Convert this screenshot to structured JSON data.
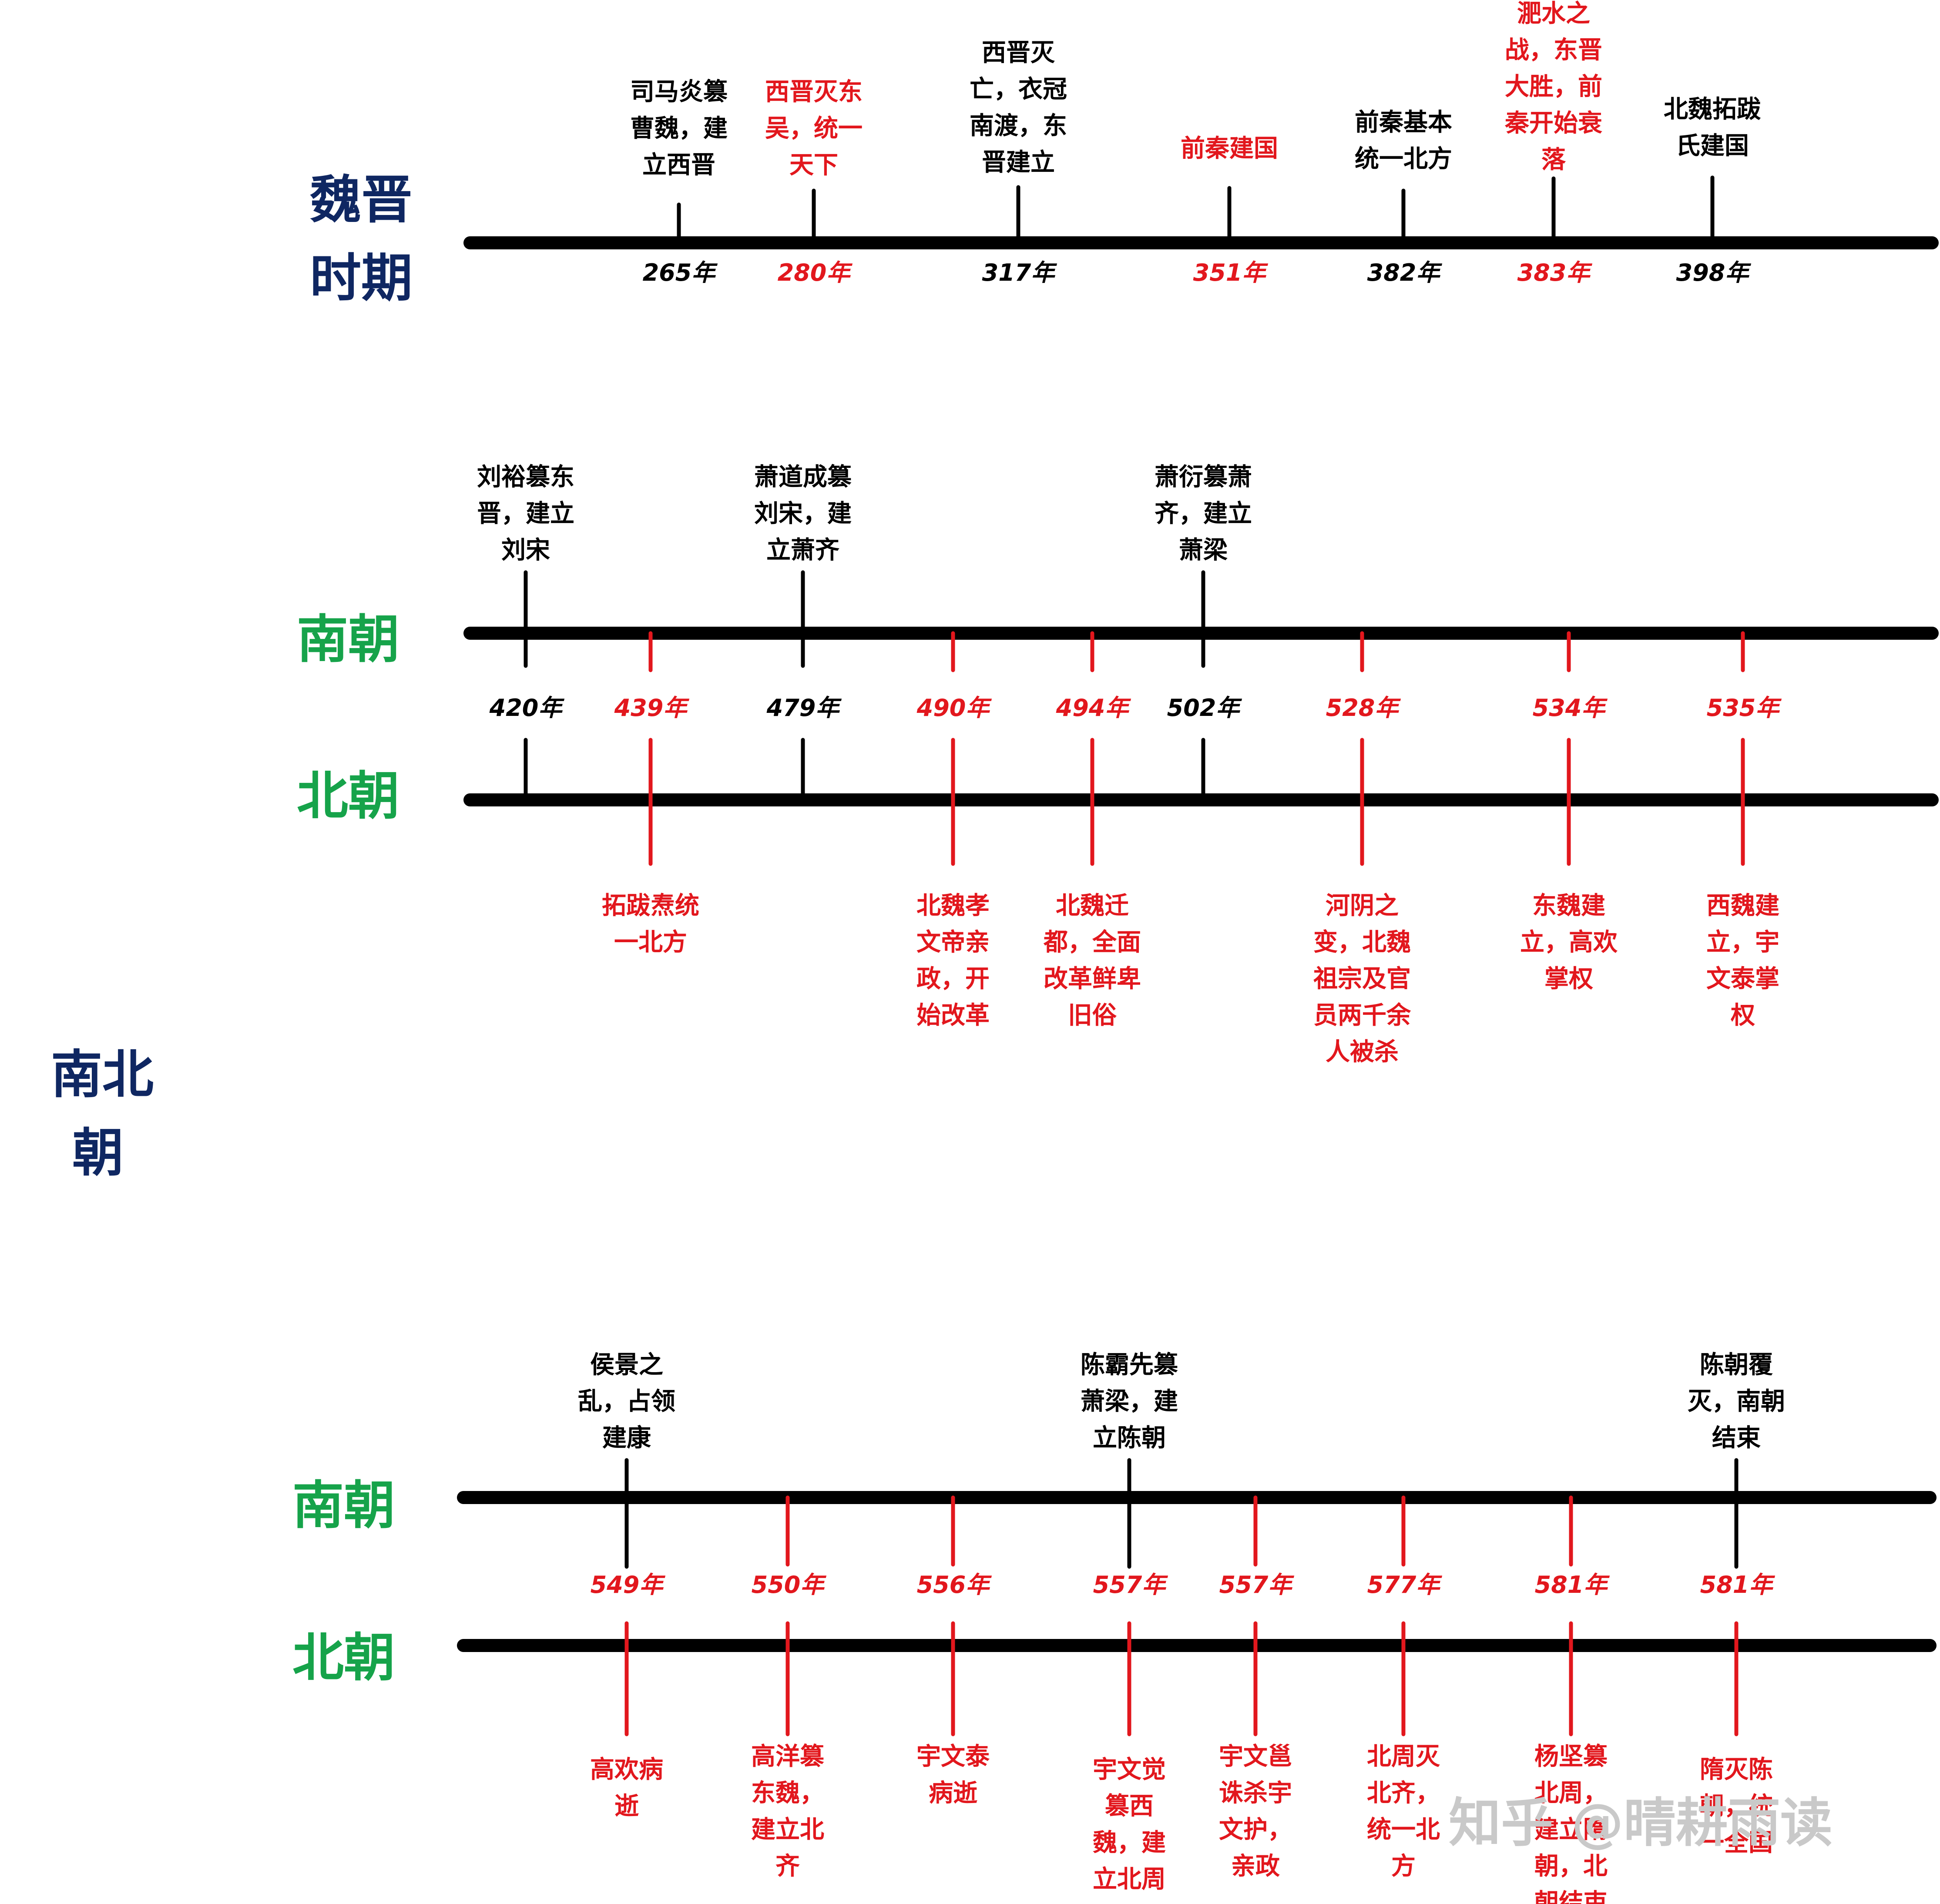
{
  "colors": {
    "black": "#000000",
    "red": "#e2171d",
    "navy": "#0f2762",
    "green": "#16a34a",
    "watermark": "#c9c9c9"
  },
  "labels": {
    "weijin": [
      "魏晋",
      "时期"
    ],
    "nanbeichao": [
      "南北",
      "朝"
    ],
    "nan": "南朝",
    "bei": "北朝",
    "watermark": "知乎 @晴耕雨读"
  },
  "weijin_events": [
    {
      "year": "265年",
      "color": "black",
      "lines": [
        "司马炎篡",
        "曹魏，建",
        "立西晋"
      ]
    },
    {
      "year": "280年",
      "color": "red",
      "lines": [
        "西晋灭东",
        "吴，统一",
        "天下"
      ]
    },
    {
      "year": "317年",
      "color": "black",
      "lines": [
        "西晋灭",
        "亡，衣冠",
        "南渡，东",
        "晋建立"
      ]
    },
    {
      "year": "351年",
      "color": "red",
      "lines": [
        "前秦建国"
      ]
    },
    {
      "year": "382年",
      "color": "black",
      "lines": [
        "前秦基本",
        "统一北方"
      ]
    },
    {
      "year": "383年",
      "color": "red",
      "lines": [
        "淝水之",
        "战，东晋",
        "大胜，前",
        "秦开始衰",
        "落"
      ]
    },
    {
      "year": "398年",
      "color": "black",
      "lines": [
        "北魏拓跋",
        "氏建国"
      ]
    }
  ],
  "nb1_events": [
    {
      "year": "420年",
      "color": "black",
      "side": "south",
      "lines": [
        "刘裕篡东",
        "晋，建立",
        "刘宋"
      ]
    },
    {
      "year": "439年",
      "color": "red",
      "side": "north",
      "lines": [
        "拓跋焘统",
        "一北方"
      ]
    },
    {
      "year": "479年",
      "color": "black",
      "side": "south",
      "lines": [
        "萧道成篡",
        "刘宋，建",
        "立萧齐"
      ]
    },
    {
      "year": "490年",
      "color": "red",
      "side": "north",
      "lines": [
        "北魏孝",
        "文帝亲",
        "政，开",
        "始改革"
      ]
    },
    {
      "year": "494年",
      "color": "red",
      "side": "north",
      "lines": [
        "北魏迁",
        "都，全面",
        "改革鲜卑",
        "旧俗"
      ]
    },
    {
      "year": "502年",
      "color": "black",
      "side": "south",
      "lines": [
        "萧衍篡萧",
        "齐，建立",
        "萧梁"
      ]
    },
    {
      "year": "528年",
      "color": "red",
      "side": "north",
      "lines": [
        "河阴之",
        "变，北魏",
        "祖宗及官",
        "员两千余",
        "人被杀"
      ]
    },
    {
      "year": "534年",
      "color": "red",
      "side": "north",
      "lines": [
        "东魏建",
        "立，高欢",
        "掌权"
      ]
    },
    {
      "year": "535年",
      "color": "red",
      "side": "north",
      "lines": [
        "西魏建",
        "立，宇",
        "文泰掌",
        "权"
      ]
    }
  ],
  "nb2_events": [
    {
      "year": "549年",
      "color": "red",
      "side": "both",
      "lines": [
        "侯景之",
        "乱，占领",
        "建康"
      ],
      "lines_below": [
        "高欢病",
        "逝"
      ]
    },
    {
      "year": "550年",
      "color": "red",
      "side": "north",
      "lines": [
        "高洋篡",
        "东魏，",
        "建立北",
        "齐"
      ]
    },
    {
      "year": "556年",
      "color": "red",
      "side": "north",
      "lines": [
        "宇文泰",
        "病逝"
      ]
    },
    {
      "year": "557年",
      "color": "red",
      "side": "both",
      "lines": [
        "陈霸先篡",
        "萧梁，建",
        "立陈朝"
      ],
      "lines_below": [
        "宇文觉",
        "篡西",
        "魏，建",
        "立北周"
      ]
    },
    {
      "year": "557年",
      "color": "red",
      "side": "north",
      "lines": [
        "宇文邕",
        "诛杀宇",
        "文护，",
        "亲政"
      ]
    },
    {
      "year": "577年",
      "color": "red",
      "side": "north",
      "lines": [
        "北周灭",
        "北齐，",
        "统一北",
        "方"
      ]
    },
    {
      "year": "581年",
      "color": "red",
      "side": "north",
      "lines": [
        "杨坚篡",
        "北周，",
        "建立隋",
        "朝，北",
        "朝结束"
      ]
    },
    {
      "year": "581年",
      "color": "red",
      "side": "both",
      "lines": [
        "陈朝覆",
        "灭，南朝",
        "结束"
      ],
      "lines_below": [
        "隋灭陈",
        "朝，统",
        "一全国"
      ]
    }
  ]
}
